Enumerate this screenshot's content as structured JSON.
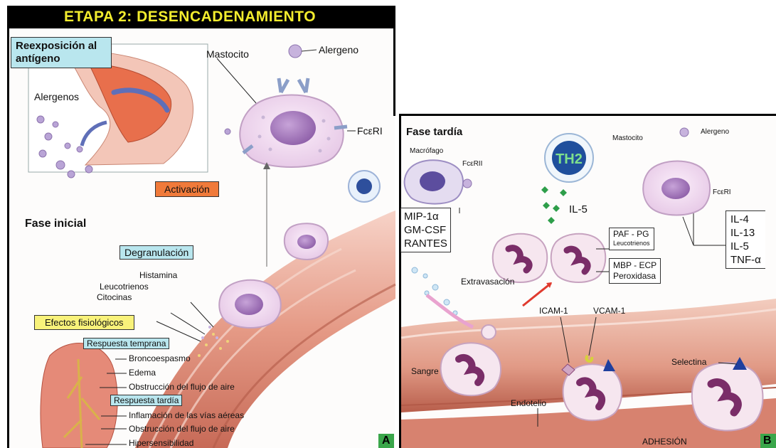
{
  "panel_a": {
    "header": "ETAPA 2: DESENCADENAMIENTO",
    "reexposure_title": "Reexposición al antígeno",
    "allergens_label": "Alergenos",
    "mast_cell_label": "Mastocito",
    "allergen_label": "Alergeno",
    "receptor_label": "FcεRI",
    "activation_label": "Activación",
    "initial_phase_label": "Fase inicial",
    "degranulation_label": "Degranulación",
    "mediators": [
      "Histamina",
      "Leucotrienos",
      "Citocinas"
    ],
    "physiological_effects_label": "Efectos fisiológicos",
    "early_response_label": "Respuesta temprana",
    "early_effects": [
      "Broncoespasmo",
      "Edema",
      "Obstrucción del flujo de aire"
    ],
    "late_response_label": "Respuesta tardía",
    "late_effects": [
      "Inflamación de las vías aéreas",
      "Obstrucción del flujo de aire",
      "Hipersensibilidad"
    ],
    "corner_letter": "A"
  },
  "panel_b": {
    "late_phase_label": "Fase tardía",
    "macrophage_label": "Macrófago",
    "macrophage_receptor": "FcεRII",
    "th2_label": "TH2",
    "il5_label": "IL-5",
    "mast_cell_label": "Mastocito",
    "allergen_label": "Alergeno",
    "receptor_label": "FcεRI",
    "macrophage_cytokines": [
      "MIP-1α",
      "GM-CSF",
      "RANTES"
    ],
    "mast_cytokines": [
      "IL-4",
      "IL-13",
      "IL-5",
      "TNF-α"
    ],
    "paf_box": [
      "PAF - PG",
      "Leucotrienos"
    ],
    "mbp_box": [
      "MBP - ECP",
      "Peroxidasa"
    ],
    "extravasation_label": "Extravasación",
    "icam_label": "ICAM-1",
    "vcam_label": "VCAM-1",
    "blood_label": "Sangre",
    "selectin_label": "Selectina",
    "endothelium_label": "Endotelio",
    "adhesion_label": "ADHESIÓN",
    "corner_letter": "B"
  },
  "colors": {
    "header_bg": "#000000",
    "header_text": "#f2ec2e",
    "label_box_cyan": "#b9e6ee",
    "label_box_yellow": "#f8f27a",
    "label_box_orange": "#f07a3a",
    "corner_badge": "#3aa64a",
    "vessel": "#e9a08c",
    "cell_membrane": "#f1d9ef",
    "nucleus": "#9a6fb3"
  }
}
